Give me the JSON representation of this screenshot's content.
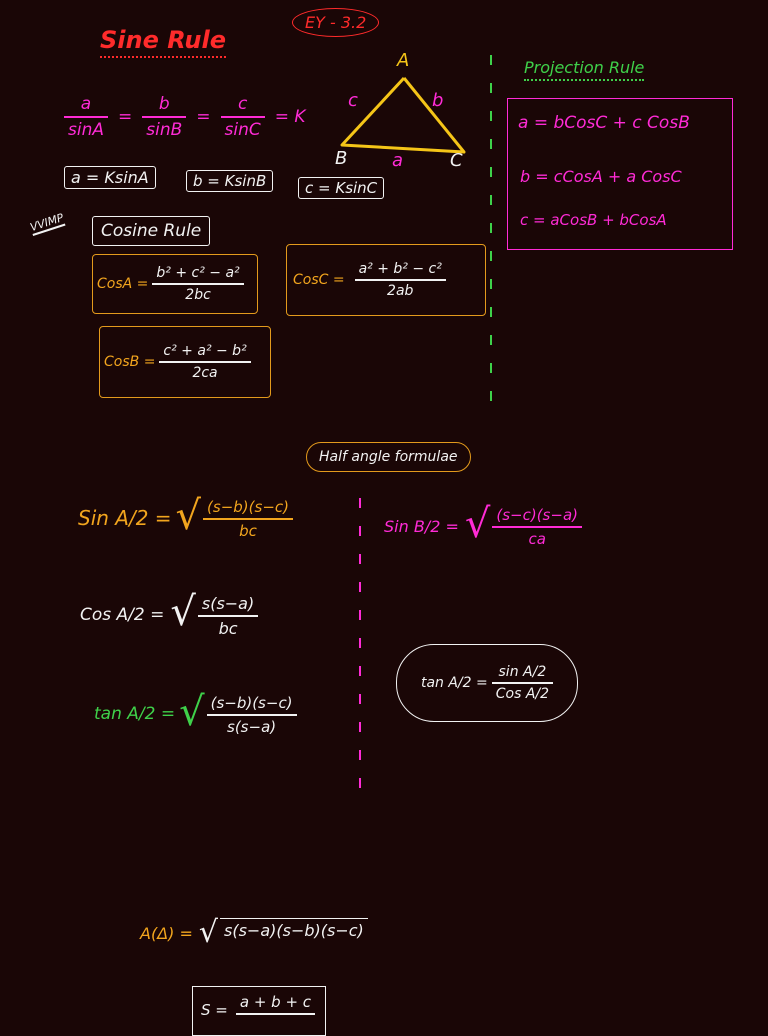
{
  "header": {
    "tag": "EY - 3.2"
  },
  "sine_rule": {
    "title": "Sine Rule",
    "ratio1_num": "a",
    "ratio1_den": "sinA",
    "ratio2_num": "b",
    "ratio2_den": "sinB",
    "ratio3_num": "c",
    "ratio3_den": "sinC",
    "equals_k": "= K",
    "eq_a": "a = KsinA",
    "eq_b": "b = KsinB",
    "eq_c": "c = KsinC"
  },
  "triangle": {
    "vertex_a": "A",
    "vertex_b": "B",
    "vertex_c": "C",
    "side_a": "a",
    "side_b": "b",
    "side_c": "c"
  },
  "projection_rule": {
    "title": "Projection Rule",
    "eq1": "a = bCosC + c CosB",
    "eq2": "b = cCosA + a CosC",
    "eq3": "c = aCosB + bCosA"
  },
  "cosine_rule": {
    "marker": "VVIMP",
    "title": "Cosine Rule",
    "cosA_lhs": "CosA =",
    "cosA_num": "b² + c² − a²",
    "cosA_den": "2bc",
    "cosC_lhs": "CosC =",
    "cosC_num": "a² + b² − c²",
    "cosC_den": "2ab",
    "cosB_lhs": "CosB =",
    "cosB_num": "c² + a² − b²",
    "cosB_den": "2ca"
  },
  "half_angle": {
    "title": "Half angle formulae",
    "sinA_lhs": "Sin A/2 =",
    "sinA_num": "(s−b)(s−c)",
    "sinA_den": "bc",
    "sinB_lhs": "Sin B/2 =",
    "sinB_num": "(s−c)(s−a)",
    "sinB_den": "ca",
    "cosA_lhs": "Cos A/2 =",
    "cosA_num": "s(s−a)",
    "cosA_den": "bc",
    "tanA_lhs": "tan A/2 =",
    "tanA_num": "(s−b)(s−c)",
    "tanA_den": "s(s−a)",
    "tan_ratio_lhs": "tan A/2 =",
    "tan_ratio_num": "sin A/2",
    "tan_ratio_den": "Cos A/2"
  },
  "area": {
    "lhs": "A(Δ) =",
    "rhs": "s(s−a)(s−b)(s−c)",
    "s_lhs": "S =",
    "s_num": "a + b + c"
  },
  "colors": {
    "background": "#1a0606",
    "red": "#ff2b2b",
    "pink": "#ff2bd6",
    "orange": "#f2a51e",
    "yellow": "#f5c518",
    "green": "#3fd14a",
    "white": "#f2f2f2"
  }
}
